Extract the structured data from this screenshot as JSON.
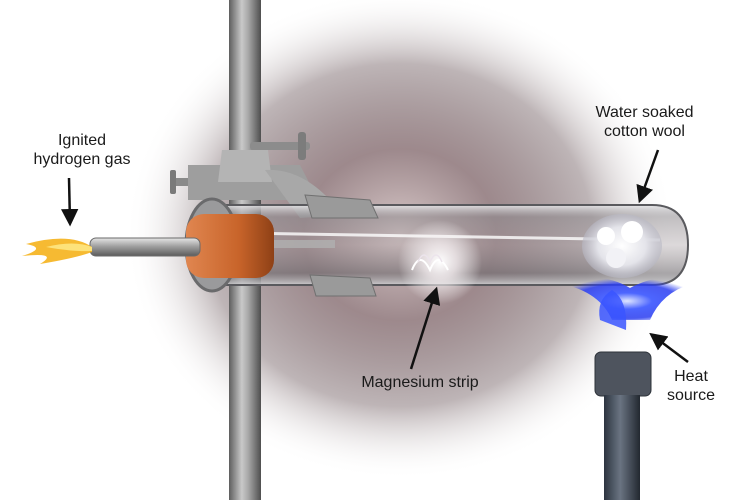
{
  "labels": {
    "hydrogen": {
      "line1": "Ignited",
      "line2": "hydrogen gas"
    },
    "cotton": {
      "line1": "Water soaked",
      "line2": "cotton wool"
    },
    "magnesium": {
      "text": "Magnesium strip"
    },
    "heat": {
      "line1": "Heat",
      "line2": "source"
    }
  },
  "colors": {
    "background_glow": "#7a6266",
    "flame_hydrogen": "#f5b21c",
    "bung": "#c8642a",
    "burner_flame": "#2f4cff",
    "metal": "#8a8a8a",
    "label_text": "#1a1a1a"
  }
}
